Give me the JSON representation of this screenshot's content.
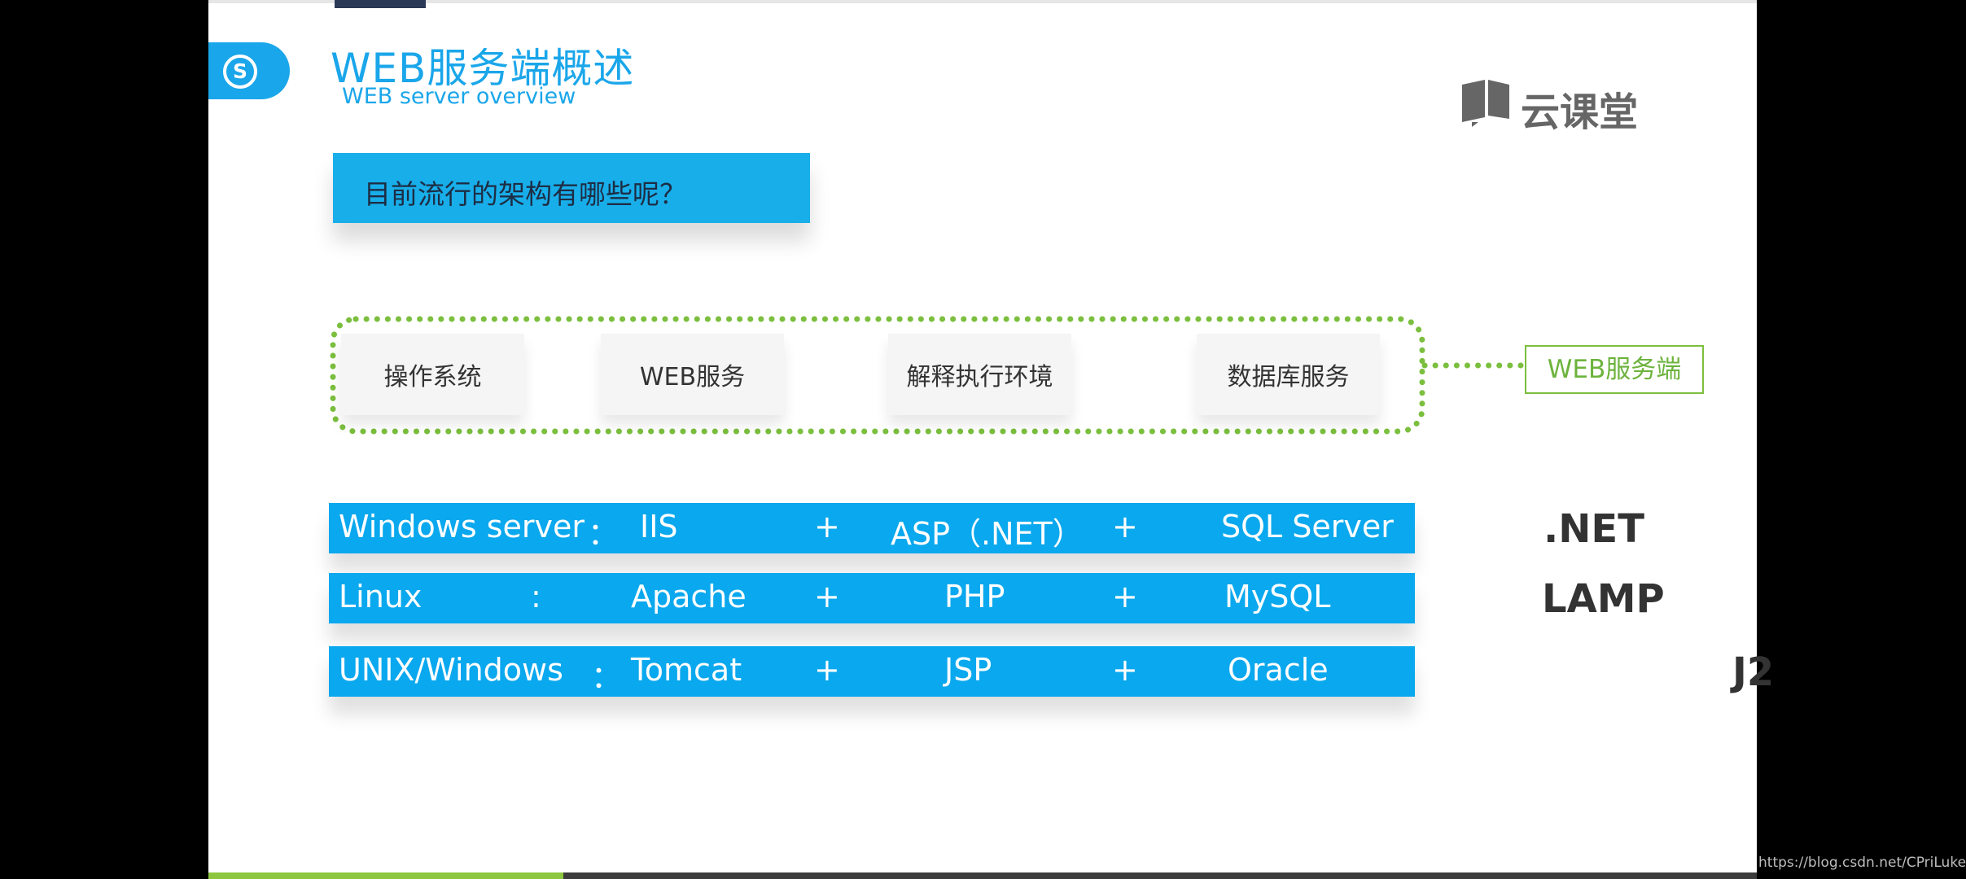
{
  "slide": {
    "title": "WEB服务端概述",
    "subtitle": "WEB server overview",
    "badge_glyph": "S",
    "logo_text": "云课堂",
    "question": "目前流行的架构有哪些呢？"
  },
  "components": [
    "操作系统",
    "WEB服务",
    "解释执行环境",
    "数据库服务"
  ],
  "web_tag": "WEB服务端",
  "stacks": [
    {
      "os": "Windows server",
      "colon": "：",
      "server": "IIS",
      "plus1": "+",
      "runtime": "ASP（.NET）",
      "plus2": "+",
      "db": "SQL Server",
      "abbr": ".NET"
    },
    {
      "os": "Linux",
      "colon": ":",
      "server": "Apache",
      "plus1": "+",
      "runtime": "PHP",
      "plus2": "+",
      "db": "MySQL",
      "abbr": "LAMP"
    },
    {
      "os": "UNIX/Windows",
      "colon": "：",
      "server": "Tomcat",
      "plus1": "+",
      "runtime": "JSP",
      "plus2": "+",
      "db": "Oracle",
      "abbr": "J2"
    }
  ],
  "watermark": "https://blog.csdn.net/CPriLuke",
  "colors": {
    "brand_blue": "#1aa6ea",
    "row_blue": "#0aa8ee",
    "dotted_green": "#7bbf3e"
  }
}
